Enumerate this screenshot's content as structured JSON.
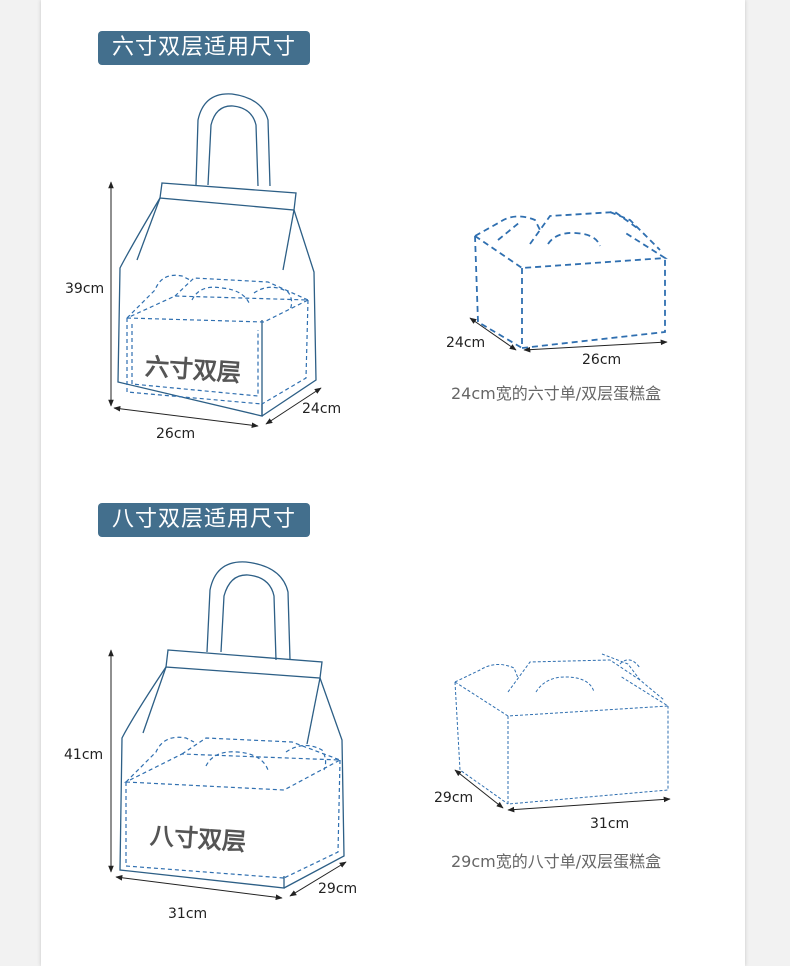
{
  "sections": [
    {
      "title": "六寸双层适用尺寸",
      "bag_label": "六寸双层",
      "bag_height": "39cm",
      "bag_width": "26cm",
      "bag_depth": "24cm",
      "box_depth": "24cm",
      "box_width": "26cm",
      "caption": "24cm宽的六寸单/双层蛋糕盒"
    },
    {
      "title": "八寸双层适用尺寸",
      "bag_label": "八寸双层",
      "bag_height": "41cm",
      "bag_width": "31cm",
      "bag_depth": "29cm",
      "box_depth": "29cm",
      "box_width": "31cm",
      "caption": "29cm宽的八寸单/双层蛋糕盒"
    }
  ],
  "colors": {
    "badge": "#436f8d",
    "line": "#2d5f86",
    "dashed": "#2f6fb0"
  }
}
